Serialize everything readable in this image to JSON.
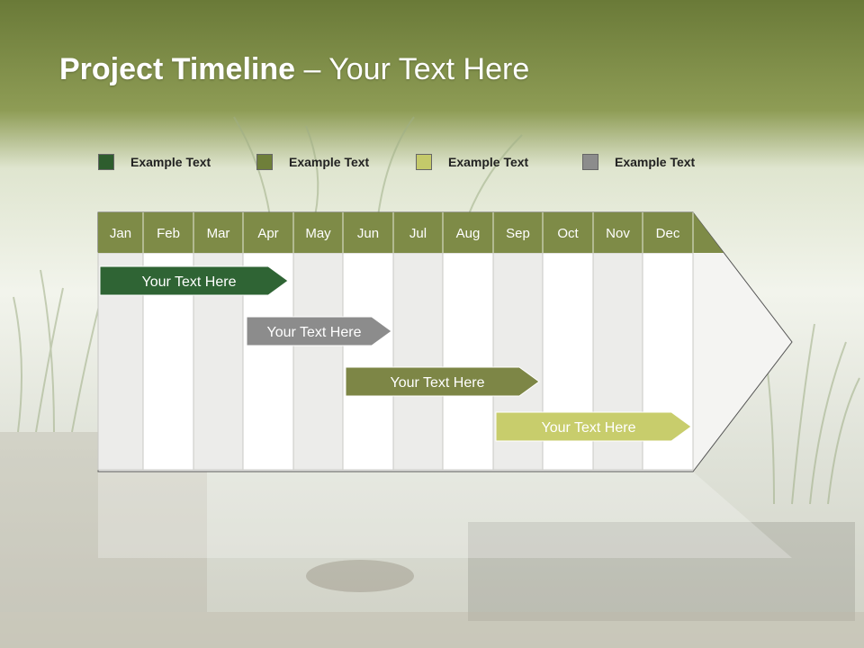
{
  "title": {
    "bold": "Project Timeline",
    "rest": " – Your Text Here"
  },
  "legend": [
    {
      "label": "Example Text",
      "color": "#2e5d2e"
    },
    {
      "label": "Example Text",
      "color": "#6f7f3a"
    },
    {
      "label": "Example Text",
      "color": "#c4c96a"
    },
    {
      "label": "Example Text",
      "color": "#8c8c8c"
    }
  ],
  "months": [
    "Jan",
    "Feb",
    "Mar",
    "Apr",
    "May",
    "Jun",
    "Jul",
    "Aug",
    "Sep",
    "Oct",
    "Nov",
    "Dec"
  ],
  "bars": [
    {
      "label": "Your  Text Here",
      "color": "#2f6434"
    },
    {
      "label": "Your  Text Here",
      "color": "#8c8c8c"
    },
    {
      "label": "Your  Text Here",
      "color": "#7d8646"
    },
    {
      "label": "Your  Text Here",
      "color": "#c8cd6c",
      "text_color": "#333333"
    }
  ],
  "colors": {
    "header": "#7e8b47",
    "banner": "#6f7b3a"
  }
}
